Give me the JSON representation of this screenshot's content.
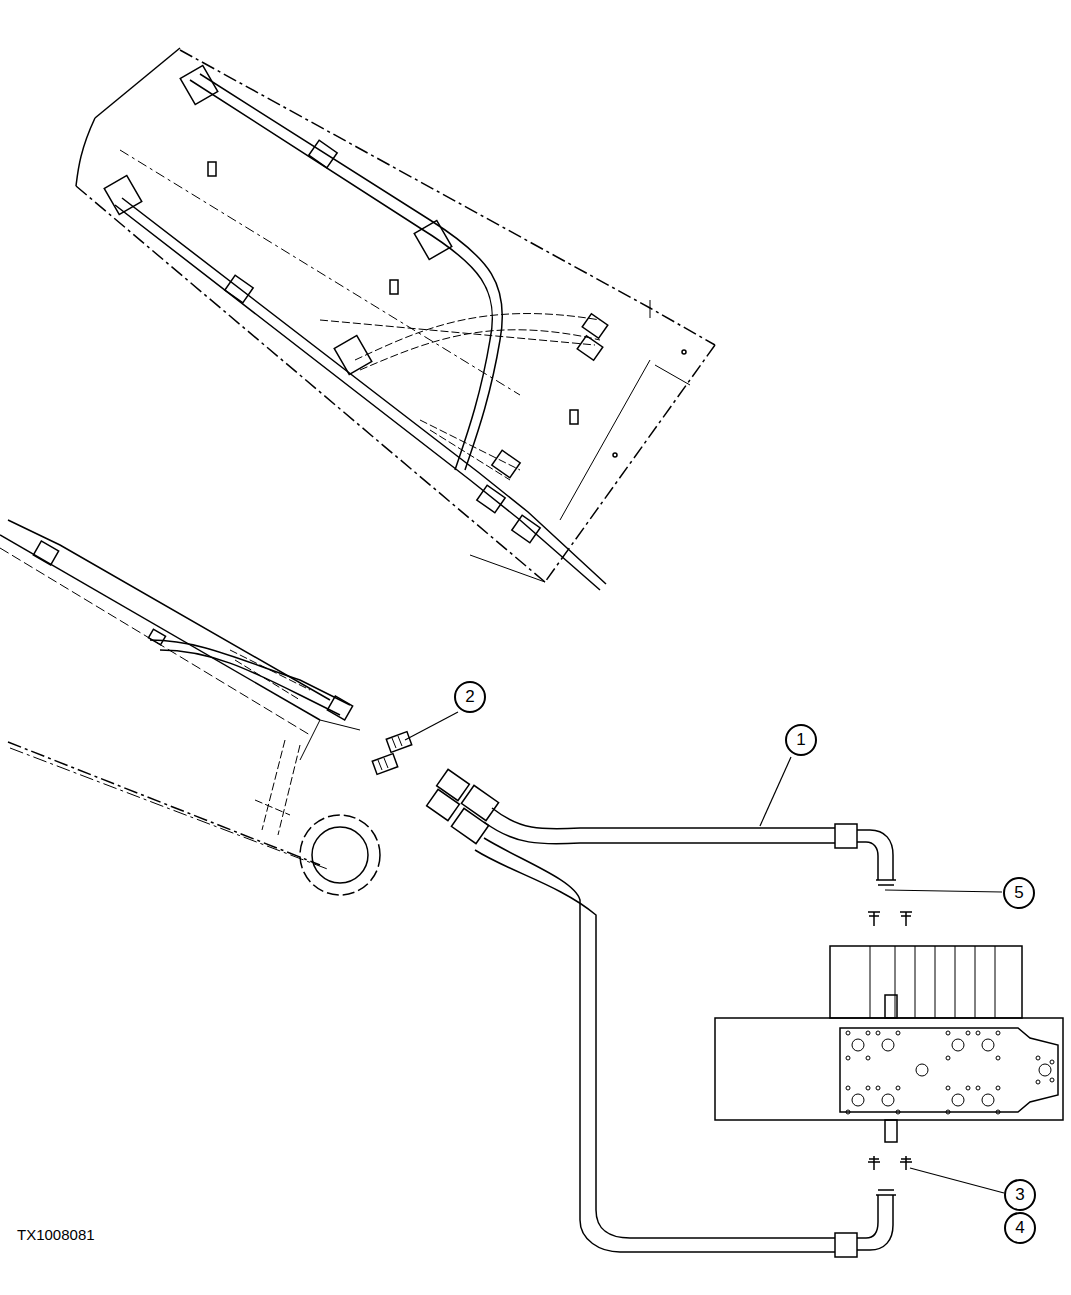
{
  "diagram": {
    "labels": [
      "2",
      "1",
      "5",
      "3",
      "4",
      "TX1008081"
    ]
  }
}
